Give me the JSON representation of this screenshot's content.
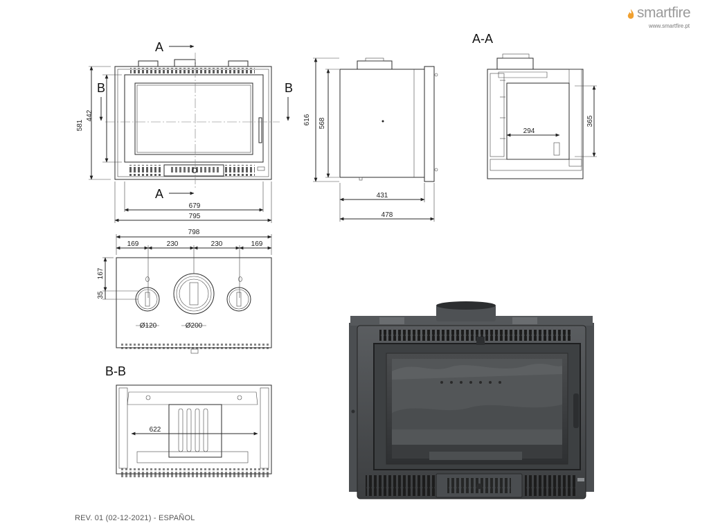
{
  "brand": {
    "name": "smartfire",
    "url": "www.smartfire.pt",
    "icon": "flame-icon",
    "color": "#f0a030"
  },
  "footer": {
    "revision": "REV. 01 (02-12-2021) - ESPAÑOL"
  },
  "sections": {
    "front_cut_top": "A",
    "front_cut_bottom": "A",
    "front_cut_left": "B",
    "front_cut_right": "B",
    "section_aa": "A-A",
    "section_bb": "B-B"
  },
  "dimensions": {
    "front_height_total": "581",
    "front_height_inner": "442",
    "front_width_inner": "679",
    "front_width_total": "795",
    "side_height_total": "616",
    "side_height_body": "568",
    "side_depth_body": "431",
    "side_depth_total": "478",
    "aa_depth": "294",
    "aa_height": "365",
    "top_width_total": "798",
    "top_seg_1": "169",
    "top_seg_2": "230",
    "top_seg_3": "230",
    "top_seg_4": "169",
    "top_depth_167": "167",
    "top_depth_35": "35",
    "top_small_outlet": "Ø120",
    "top_large_outlet": "Ø200",
    "bb_width": "622"
  }
}
